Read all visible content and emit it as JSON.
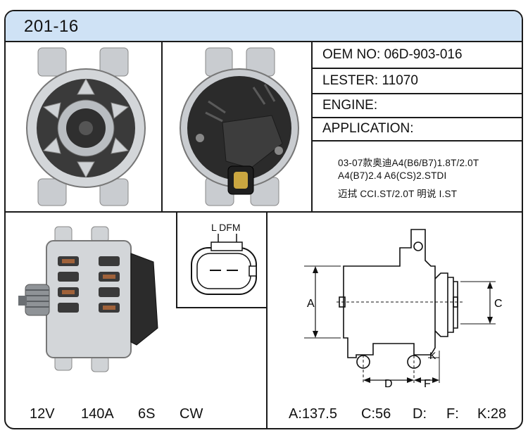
{
  "header": {
    "title": "201-16"
  },
  "specs": {
    "oem": "OEM NO: 06D-903-016",
    "lester": "LESTER: 11070",
    "engine": "ENGINE:",
    "application": "APPLICATION:"
  },
  "application_lines": [
    "03-07款奥迪A4(B6/B7)1.8T/2.0T",
    "A4(B7)2.4 A6(CS)2.STDI",
    "迈拭 CCI.ST/2.0T 明说 I.ST"
  ],
  "connector": {
    "label": "L  DFM"
  },
  "electrical": {
    "voltage": "12V",
    "amperage": "140A",
    "pulley": "6S",
    "rotation": "CW"
  },
  "dimensions": {
    "a_label": "A",
    "c_label": "C",
    "d_label": "D",
    "f_label": "F",
    "k_label": "K",
    "a_value": "A:137.5",
    "c_value": "C:56",
    "d_value": "D:",
    "f_value": "F:",
    "k_value": "K:28"
  },
  "colors": {
    "header_bg": "#cfe2f5",
    "border": "#1a1a1a",
    "aluminum": "#c9ccd0",
    "plastic": "#2b2b2b"
  }
}
